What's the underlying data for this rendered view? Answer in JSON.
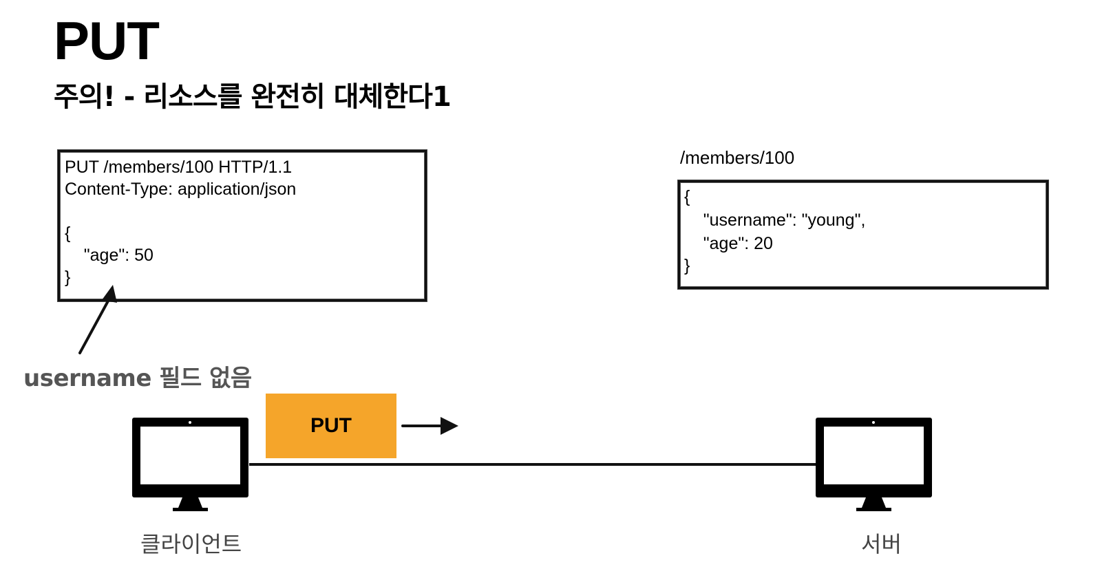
{
  "title": "PUT",
  "subtitle": "주의! - 리소스를 완전히 대체한다1",
  "request": {
    "lines": [
      "PUT /members/100 HTTP/1.1",
      "Content-Type: application/json",
      "",
      "{",
      "    \"age\": 50",
      "}"
    ]
  },
  "resource": {
    "path": "/members/100",
    "lines": [
      "{",
      "    \"username\": \"young\",",
      "    \"age\": 20",
      "}"
    ]
  },
  "annotation": "username 필드 없음",
  "method_badge": {
    "label": "PUT",
    "color": "#f5a52a"
  },
  "client": {
    "label": "클라이언트",
    "icon": "monitor-icon"
  },
  "server": {
    "label": "서버",
    "icon": "monitor-icon"
  }
}
